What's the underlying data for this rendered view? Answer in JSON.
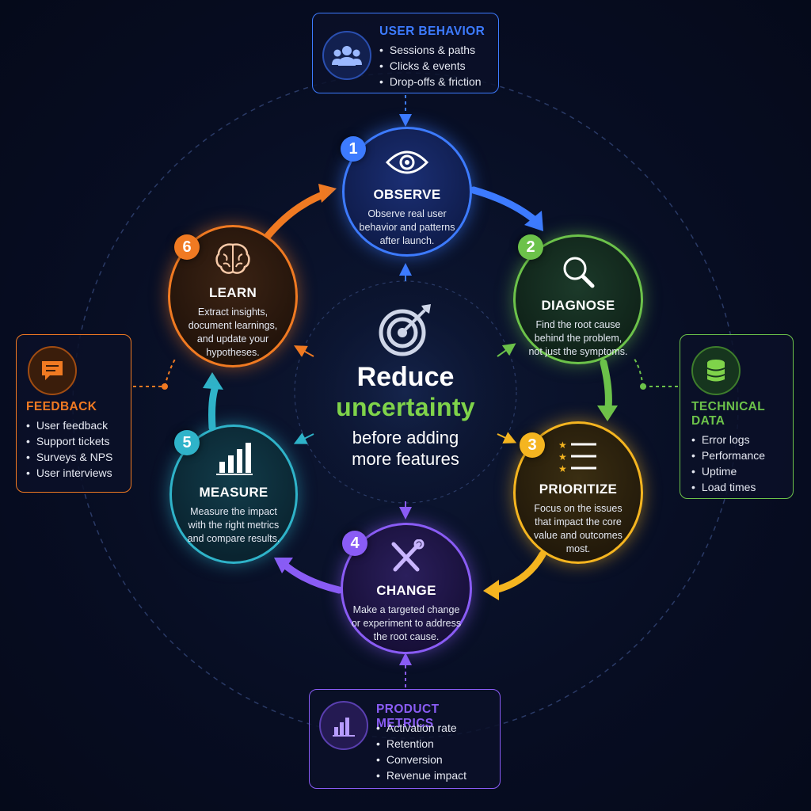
{
  "center": {
    "line1": "Reduce",
    "line2": "uncertainty",
    "line3": "before adding",
    "line4": "more features"
  },
  "steps": [
    {
      "number": "1",
      "title": "OBSERVE",
      "desc": [
        "Observe real user",
        "behavior and patterns",
        "after launch."
      ],
      "color": "#3d7bff",
      "icon": "eye-icon"
    },
    {
      "number": "2",
      "title": "DIAGNOSE",
      "desc": [
        "Find the root cause",
        "behind the problem,",
        "not just the symptoms."
      ],
      "color": "#6cc24a",
      "icon": "magnifier-icon"
    },
    {
      "number": "3",
      "title": "PRIORITIZE",
      "desc": [
        "Focus on the issues",
        "that impact the core",
        "value and outcomes",
        "most."
      ],
      "color": "#f5b520",
      "icon": "priority-list-icon"
    },
    {
      "number": "4",
      "title": "CHANGE",
      "desc": [
        "Make a targeted change",
        "or experiment to address",
        "the root cause."
      ],
      "color": "#8a5cf5",
      "icon": "tools-icon"
    },
    {
      "number": "5",
      "title": "MEASURE",
      "desc": [
        "Measure the impact",
        "with the right metrics",
        "and compare results."
      ],
      "color": "#2fb3c9",
      "icon": "bar-chart-icon"
    },
    {
      "number": "6",
      "title": "LEARN",
      "desc": [
        "Extract insights,",
        "document learnings,",
        "and update your",
        "hypotheses."
      ],
      "color": "#f07a22",
      "icon": "brain-icon"
    }
  ],
  "panels": {
    "user_behavior": {
      "title": "USER BEHAVIOR",
      "items": [
        "Sessions & paths",
        "Clicks & events",
        "Drop-offs & friction"
      ],
      "color": "#3d7bff",
      "icon": "users-icon"
    },
    "feedback": {
      "title": "FEEDBACK",
      "items": [
        "User feedback",
        "Support tickets",
        "Surveys & NPS",
        "User interviews"
      ],
      "color": "#f07a22",
      "icon": "chat-icon"
    },
    "technical_data": {
      "title_line1": "TECHNICAL",
      "title_line2": "DATA",
      "items": [
        "Error logs",
        "Performance",
        "Uptime",
        "Load times"
      ],
      "color": "#6cc24a",
      "icon": "database-icon"
    },
    "product_metrics": {
      "title": "PRODUCT METRICS",
      "items": [
        "Activation rate",
        "Retention",
        "Conversion",
        "Revenue impact"
      ],
      "color": "#8a5cf5",
      "icon": "bar-chart-icon"
    }
  }
}
